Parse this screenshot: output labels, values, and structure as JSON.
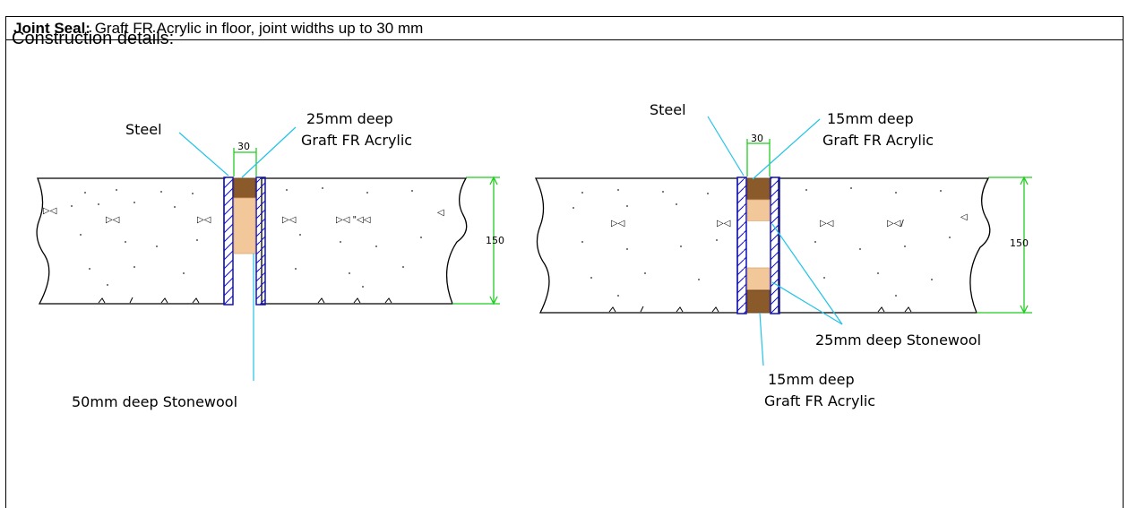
{
  "header": {
    "label_bold": "Joint Seal:",
    "label_text": " Graft FR Acrylic in floor, joint widths up to 30 mm"
  },
  "section_label": "Construction details:",
  "colors": {
    "concrete_outline": "#000000",
    "steel": "#1010c0",
    "leader": "#22c3e6",
    "dimension": "#22cc22",
    "acrylic": "#8b5a2b",
    "stonewool": "#f2c79a"
  },
  "detail_left": {
    "steel_label": "Steel",
    "acrylic_label_1": "25mm deep",
    "acrylic_label_2": "Graft FR Acrylic",
    "width_dim": "30",
    "height_dim": "150",
    "stonewool_label": "50mm deep Stonewool",
    "aggregate_marks": [
      "▷◁",
      "▷◁",
      "▷◁",
      "▷◁ \"◁◁",
      "▷◁",
      "◁"
    ]
  },
  "detail_right": {
    "steel_label": "Steel",
    "top_acrylic_label_1": "15mm deep",
    "top_acrylic_label_2": "Graft FR Acrylic",
    "width_dim": "30",
    "height_dim": "150",
    "stonewool_label": "25mm deep Stonewool",
    "bottom_acrylic_label_1": "15mm deep",
    "bottom_acrylic_label_2": "Graft FR Acrylic",
    "aggregate_marks": [
      "▷◁",
      "▷◁",
      "▷◁",
      "▷◁/",
      "◁"
    ]
  }
}
